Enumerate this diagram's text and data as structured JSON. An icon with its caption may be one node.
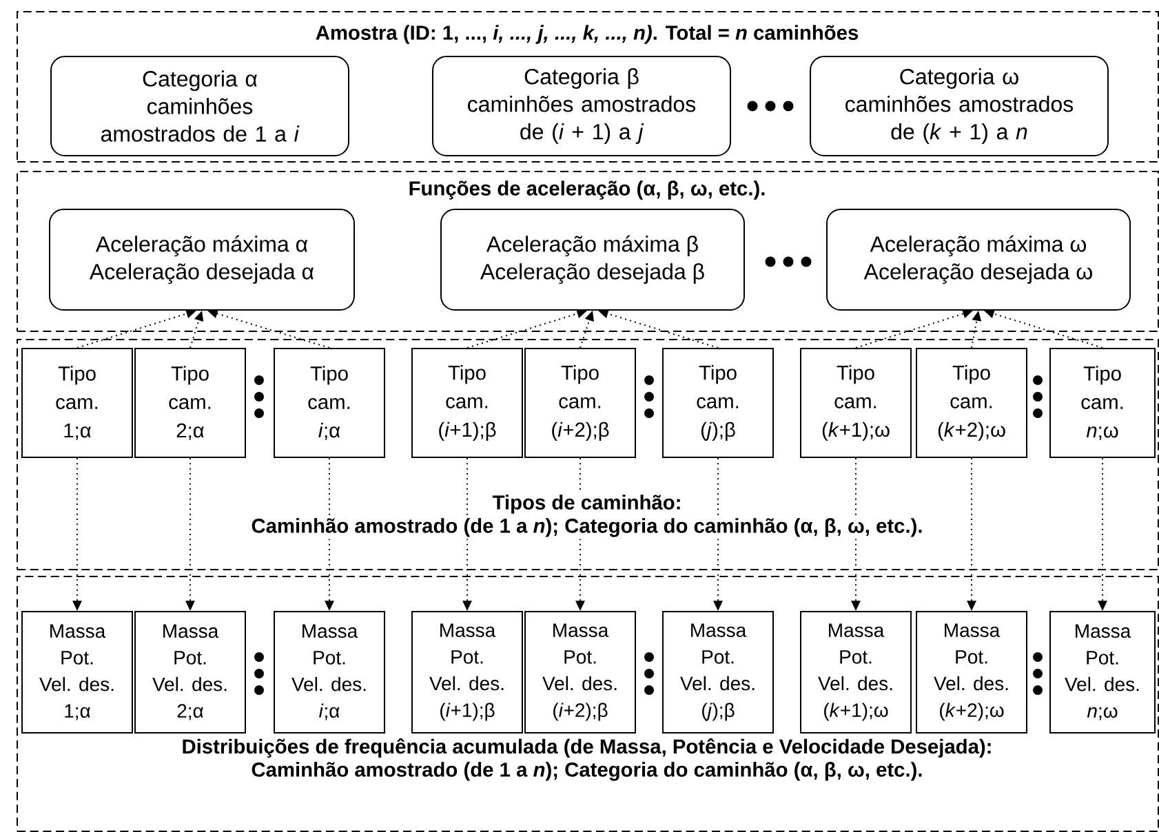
{
  "diagram": {
    "nodes": [
      {
        "text": [
          "Amostra (ID: 1, ..., *i, ..., j, ..., k, ..., n)*. Total = *n* caminhões"
        ]
      },
      {
        "text": [
          "Categoria α",
          "caminhões amostrados de 1 a *i*"
        ],
        "in": 0
      },
      {
        "text": [
          "Categoria β",
          "caminhões amostrados de (*i* + 1) a *j*"
        ],
        "in": 0
      },
      {
        "text": [
          "Categoria ω",
          "caminhões amostrados de (*k* + 1) a *n*"
        ],
        "in": 0
      },
      {
        "text": [
          "Funções de aceleração (α, β, ω, etc.)."
        ]
      },
      {
        "text": [
          "Aceleração máxima α",
          "Aceleração desejada α"
        ],
        "in": 4
      },
      {
        "text": [
          "Aceleração máxima β",
          "Aceleração desejada β"
        ],
        "in": 4
      },
      {
        "text": [
          "Aceleração máxima ω",
          "Aceleração desejada ω"
        ],
        "in": 4
      },
      {
        "text": [
          "Tipos de caminhão:",
          "Caminhão amostrado (de 1 a *n*); Categoria do caminhão (α, β, ω, etc.)."
        ]
      },
      {
        "text": [
          "Tipo",
          "cam.",
          "1;α"
        ],
        "in": 8
      },
      {
        "text": [
          "Tipo",
          "cam.",
          "2;α"
        ],
        "in": 8
      },
      {
        "text": [
          "Tipo",
          "cam.",
          "*i*;α"
        ],
        "in": 8
      },
      {
        "text": [
          "Tipo",
          "cam.",
          "(*i*+1);β"
        ],
        "in": 8
      },
      {
        "text": [
          "Tipo",
          "cam.",
          "(*i*+2);β"
        ],
        "in": 8
      },
      {
        "text": [
          "Tipo",
          "cam.",
          "(*j*);β"
        ],
        "in": 8
      },
      {
        "text": [
          "Tipo",
          "cam.",
          "(*k*+1);ω"
        ],
        "in": 8
      },
      {
        "text": [
          "Tipo",
          "cam.",
          "(*k*+2);ω"
        ],
        "in": 8
      },
      {
        "text": [
          "Tipo",
          "cam.",
          "*n*;ω"
        ],
        "in": 8
      },
      {
        "text": [
          "Distribuições de frequência acumulada (de Massa, Potência e Velocidade Desejada):",
          "Caminhão amostrado (de 1 a *n*); Categoria do caminhão (α, β, ω, etc.)."
        ]
      },
      {
        "text": [
          "Massa",
          "Pot.",
          "Vel. des.",
          "1;α"
        ],
        "in": 18
      },
      {
        "text": [
          "Massa",
          "Pot.",
          "Vel. des.",
          "2;α"
        ],
        "in": 18
      },
      {
        "text": [
          "Massa",
          "Pot.",
          "Vel. des.",
          "*i*;α"
        ],
        "in": 18
      },
      {
        "text": [
          "Massa",
          "Pot.",
          "Vel. des.",
          "(*i*+1);β"
        ],
        "in": 18
      },
      {
        "text": [
          "Massa",
          "Pot.",
          "Vel. des.",
          "(*i*+2);β"
        ],
        "in": 18
      },
      {
        "text": [
          "Massa",
          "Pot.",
          "Vel. des.",
          "(*j*);β"
        ],
        "in": 18
      },
      {
        "text": [
          "Massa",
          "Pot.",
          "Vel. des.",
          "(*k*+1);ω"
        ],
        "in": 18
      },
      {
        "text": [
          "Massa",
          "Pot.",
          "Vel. des.",
          "(*k*+2);ω"
        ],
        "in": 18
      },
      {
        "text": [
          "Massa",
          "Pot.",
          "Vel. des.",
          "*n*;ω"
        ],
        "in": 18
      }
    ],
    "edges": [
      {
        "from": 9,
        "to": 5,
        "arrow": "to"
      },
      {
        "from": 10,
        "to": 5,
        "arrow": "to"
      },
      {
        "from": 11,
        "to": 5,
        "arrow": "to"
      },
      {
        "from": 12,
        "to": 6,
        "arrow": "to"
      },
      {
        "from": 13,
        "to": 6,
        "arrow": "to"
      },
      {
        "from": 14,
        "to": 6,
        "arrow": "to"
      },
      {
        "from": 15,
        "to": 7,
        "arrow": "to"
      },
      {
        "from": 16,
        "to": 7,
        "arrow": "to"
      },
      {
        "from": 17,
        "to": 7,
        "arrow": "to"
      },
      {
        "from": 9,
        "to": 19,
        "arrow": "to"
      },
      {
        "from": 10,
        "to": 20,
        "arrow": "to"
      },
      {
        "from": 11,
        "to": 21,
        "arrow": "to"
      },
      {
        "from": 12,
        "to": 22,
        "arrow": "to"
      },
      {
        "from": 13,
        "to": 23,
        "arrow": "to"
      },
      {
        "from": 14,
        "to": 24,
        "arrow": "to"
      },
      {
        "from": 15,
        "to": 25,
        "arrow": "to"
      },
      {
        "from": 16,
        "to": 26,
        "arrow": "to"
      },
      {
        "from": 17,
        "to": 27,
        "arrow": "to"
      }
    ]
  }
}
